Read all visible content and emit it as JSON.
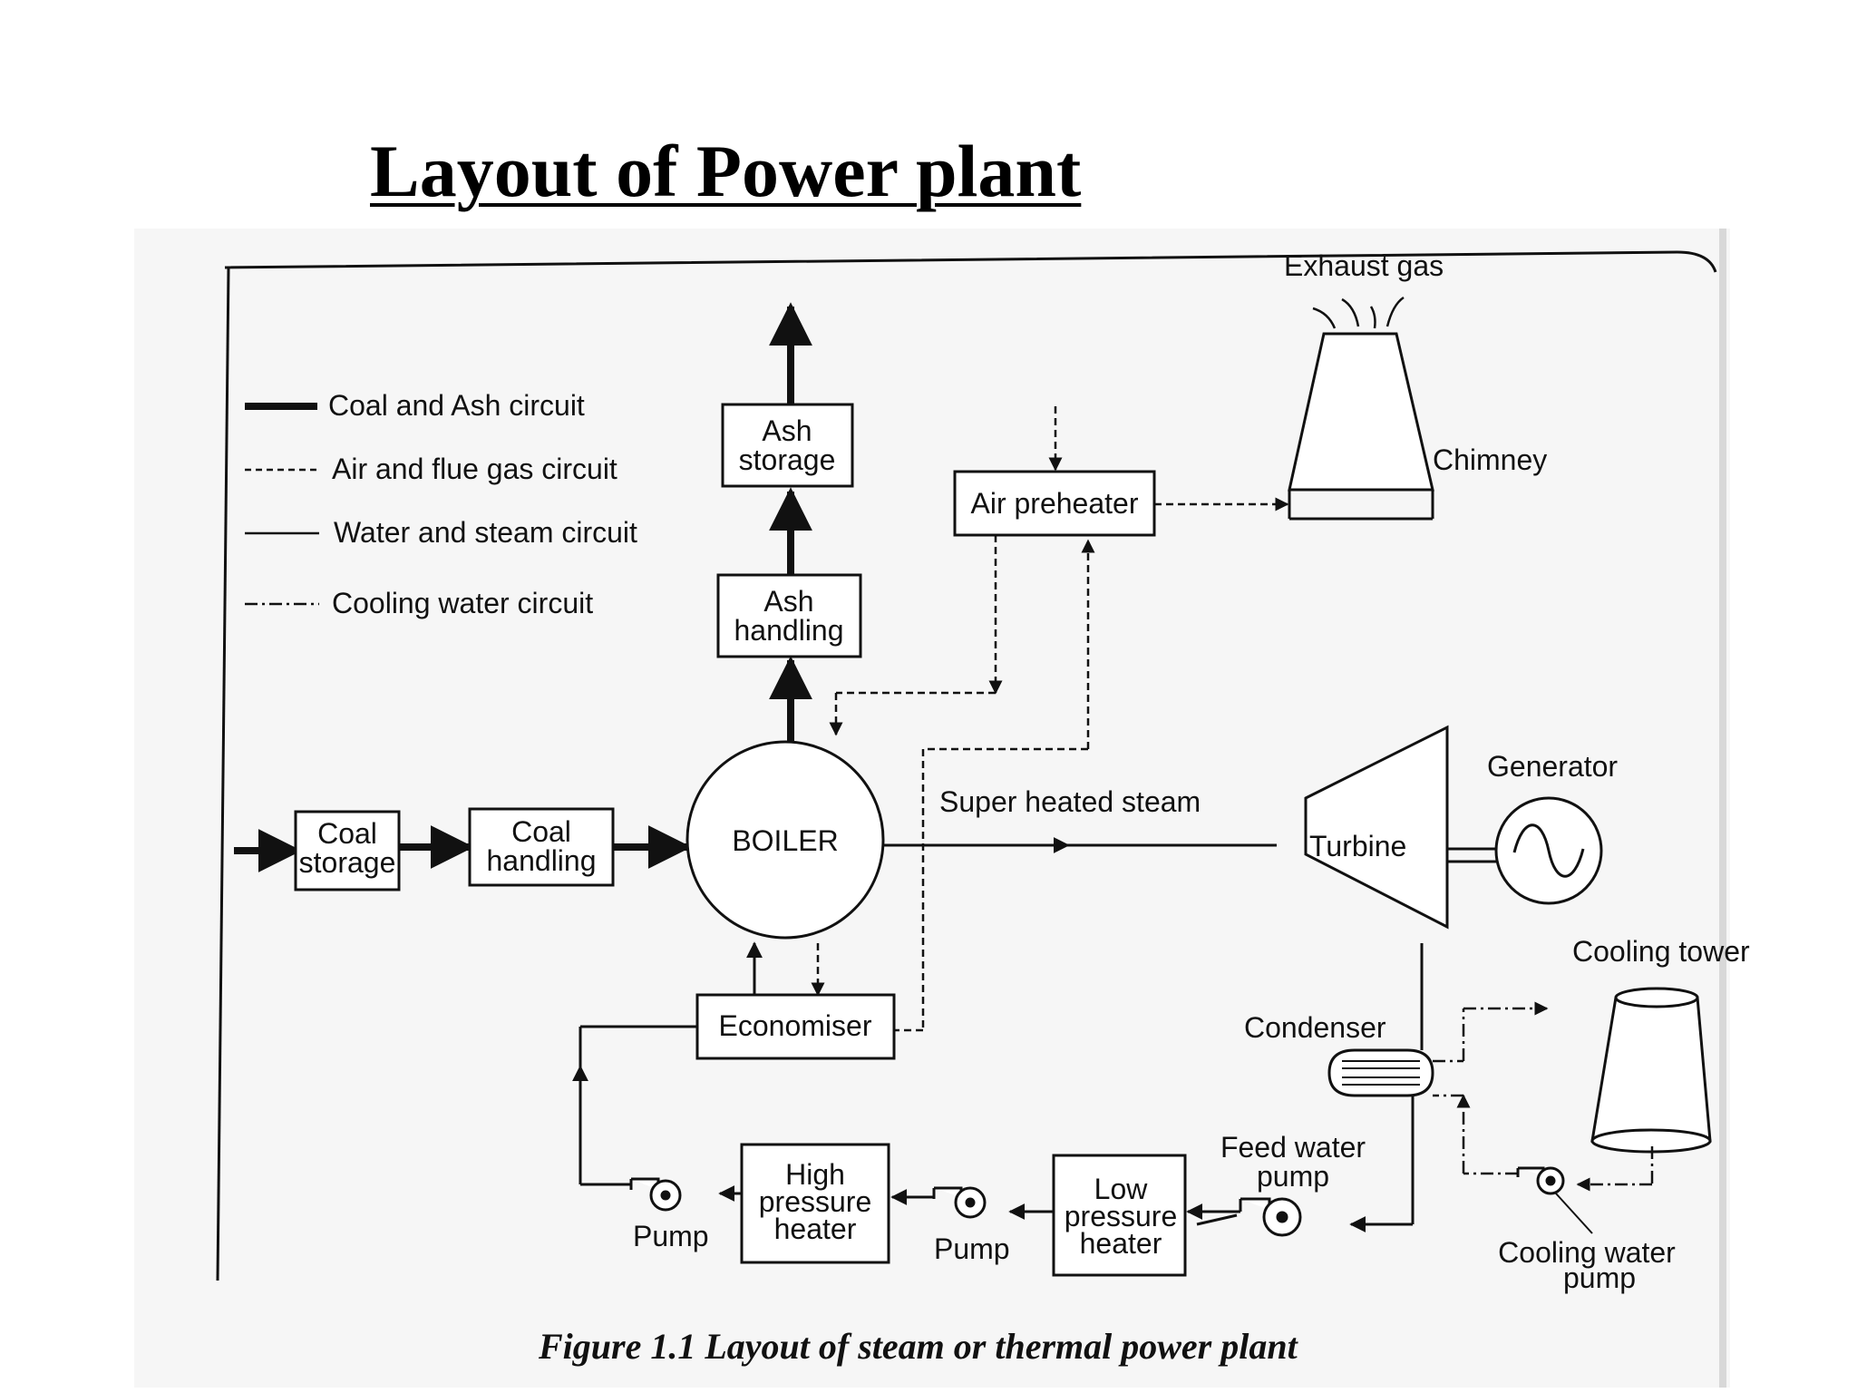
{
  "slide": {
    "title": "Layout of Power plant"
  },
  "legend": {
    "items": [
      {
        "style": "thick",
        "label": "Coal and Ash circuit"
      },
      {
        "style": "dashed",
        "label": "Air and flue gas circuit"
      },
      {
        "style": "thin",
        "label": "Water and steam circuit"
      },
      {
        "style": "dashdot",
        "label": "Cooling water circuit"
      }
    ]
  },
  "diagram": {
    "exhaust_gas": "Exhaust gas",
    "chimney": "Chimney",
    "ash_storage": [
      "Ash",
      "storage"
    ],
    "ash_handling": [
      "Ash",
      "handling"
    ],
    "air_preheater": "Air preheater",
    "coal_storage": [
      "Coal",
      "storage"
    ],
    "coal_handling": [
      "Coal",
      "handling"
    ],
    "boiler": "BOILER",
    "super_heated_steam": "Super heated steam",
    "turbine": "Turbine",
    "generator": "Generator",
    "cooling_tower": "Cooling tower",
    "condenser": "Condenser",
    "economiser": "Economiser",
    "feed_water_pump": [
      "Feed water",
      "pump"
    ],
    "cooling_water_pump": [
      "Cooling water",
      "pump"
    ],
    "high_pressure_heater": [
      "High",
      "pressure",
      "heater"
    ],
    "low_pressure_heater": [
      "Low",
      "pressure",
      "heater"
    ],
    "pump_1": "Pump",
    "pump_2": "Pump"
  },
  "caption": "Figure 1.1 Layout of steam or thermal power plant"
}
